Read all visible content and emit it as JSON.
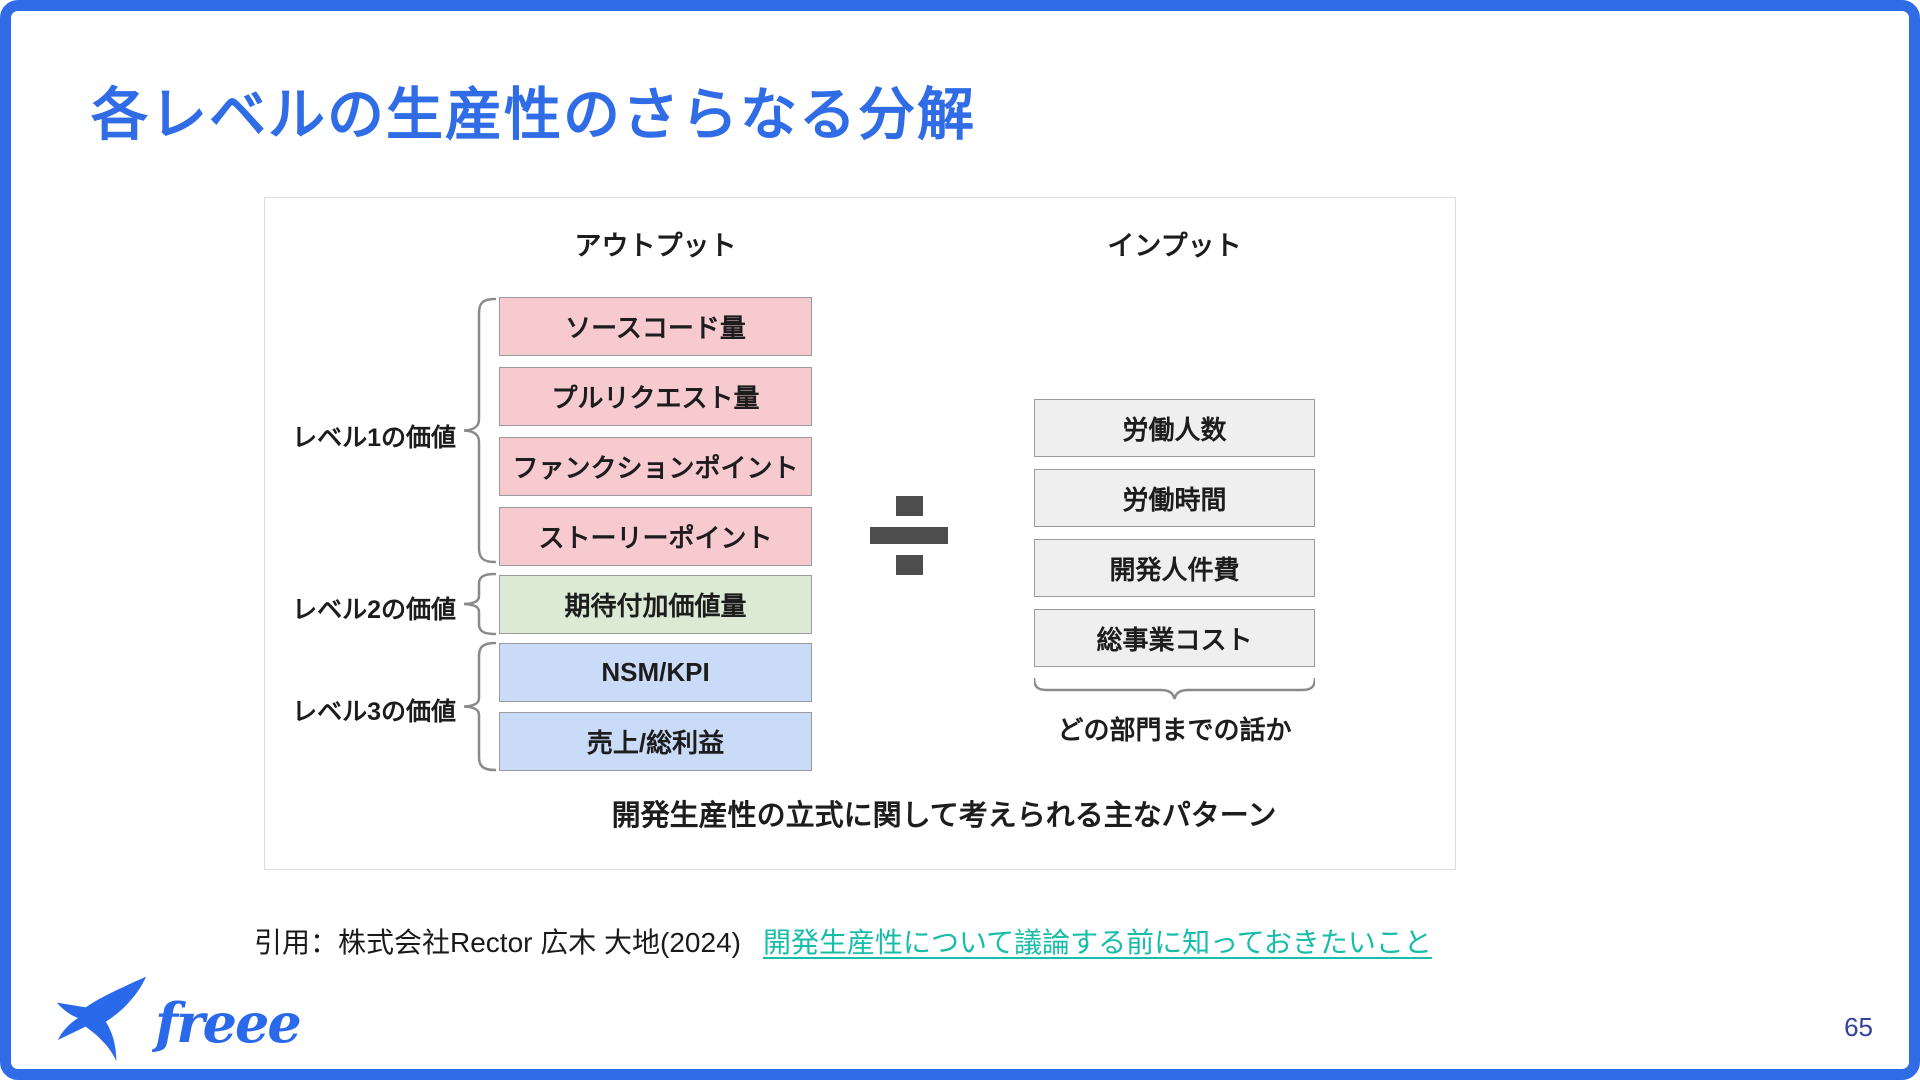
{
  "slide": {
    "title": "各レベルの生産性のさらなる分解",
    "page_number": "65",
    "border_color": "#2f6ce6",
    "title_color": "#2f6ce6"
  },
  "diagram": {
    "output_header": "アウトプット",
    "input_header": "インプット",
    "operator": "÷",
    "levels": [
      {
        "label": "レベル1の価値"
      },
      {
        "label": "レベル2の価値"
      },
      {
        "label": "レベル3の価値"
      }
    ],
    "output_boxes": [
      {
        "label": "ソースコード量",
        "level": "level1"
      },
      {
        "label": "プルリクエスト量",
        "level": "level1"
      },
      {
        "label": "ファンクションポイント",
        "level": "level1"
      },
      {
        "label": "ストーリーポイント",
        "level": "level1"
      },
      {
        "label": "期待付加価値量",
        "level": "level2"
      },
      {
        "label": "NSM/KPI",
        "level": "level3"
      },
      {
        "label": "売上/総利益",
        "level": "level3"
      }
    ],
    "input_boxes": [
      "労働人数",
      "労働時間",
      "開発人件費",
      "総事業コスト"
    ],
    "input_note": "どの部門までの話か",
    "caption": "開発生産性の立式に関して考えられる主なパターン",
    "colors": {
      "level1": "#f6cace",
      "level2": "#dcead5",
      "level3": "#cadbf8",
      "input": "#efefef",
      "divider": "#4d4d4d"
    }
  },
  "footer": {
    "citation_prefix": "引用：株式会社Rector 広木 大地(2024)",
    "citation_link": "開発生産性について議論する前に知っておきたいこと",
    "link_color": "#17bda8",
    "logo_text": "freee"
  }
}
